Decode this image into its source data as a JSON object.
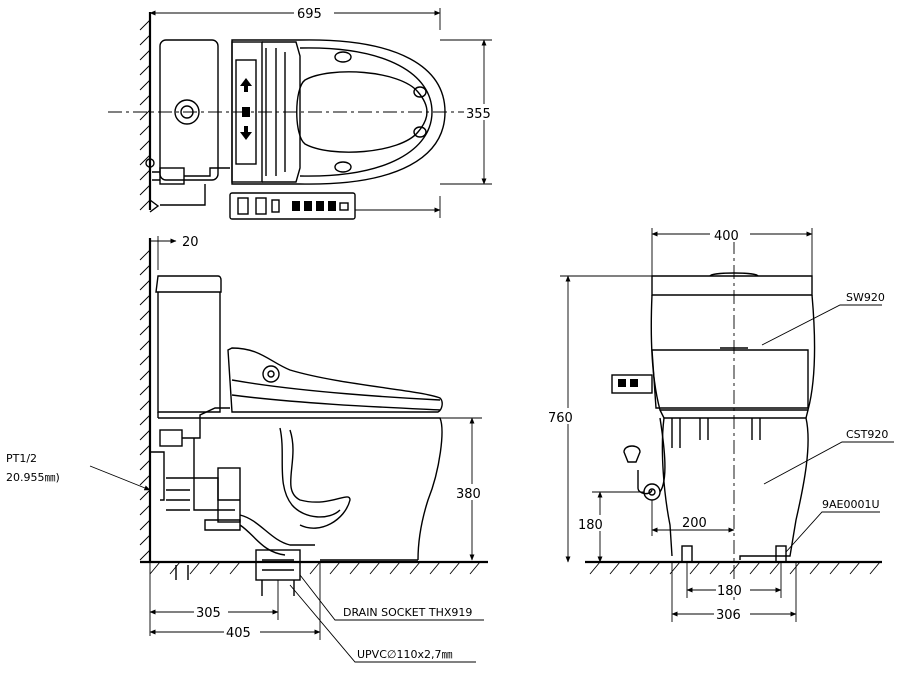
{
  "dimensions": {
    "top_length": "695",
    "top_width": "355",
    "wall_gap": "20",
    "front_width": "400",
    "total_height": "760",
    "seat_height": "380",
    "side_supply_height": "180",
    "side_supply_offset": "200",
    "foot_spacing": "180",
    "foot_outer": "306",
    "rough_in": "305",
    "depth_to_outlet": "405"
  },
  "labels": {
    "pt_line1": "PT1/2",
    "pt_line2": "20.955㎜)",
    "tank_model": "SW920",
    "bowl_model": "CST920",
    "part_code": "9AE0001U",
    "drain_socket": "DRAIN SOCKET THX919",
    "pipe": "UPVC∅110x2,7㎜"
  }
}
